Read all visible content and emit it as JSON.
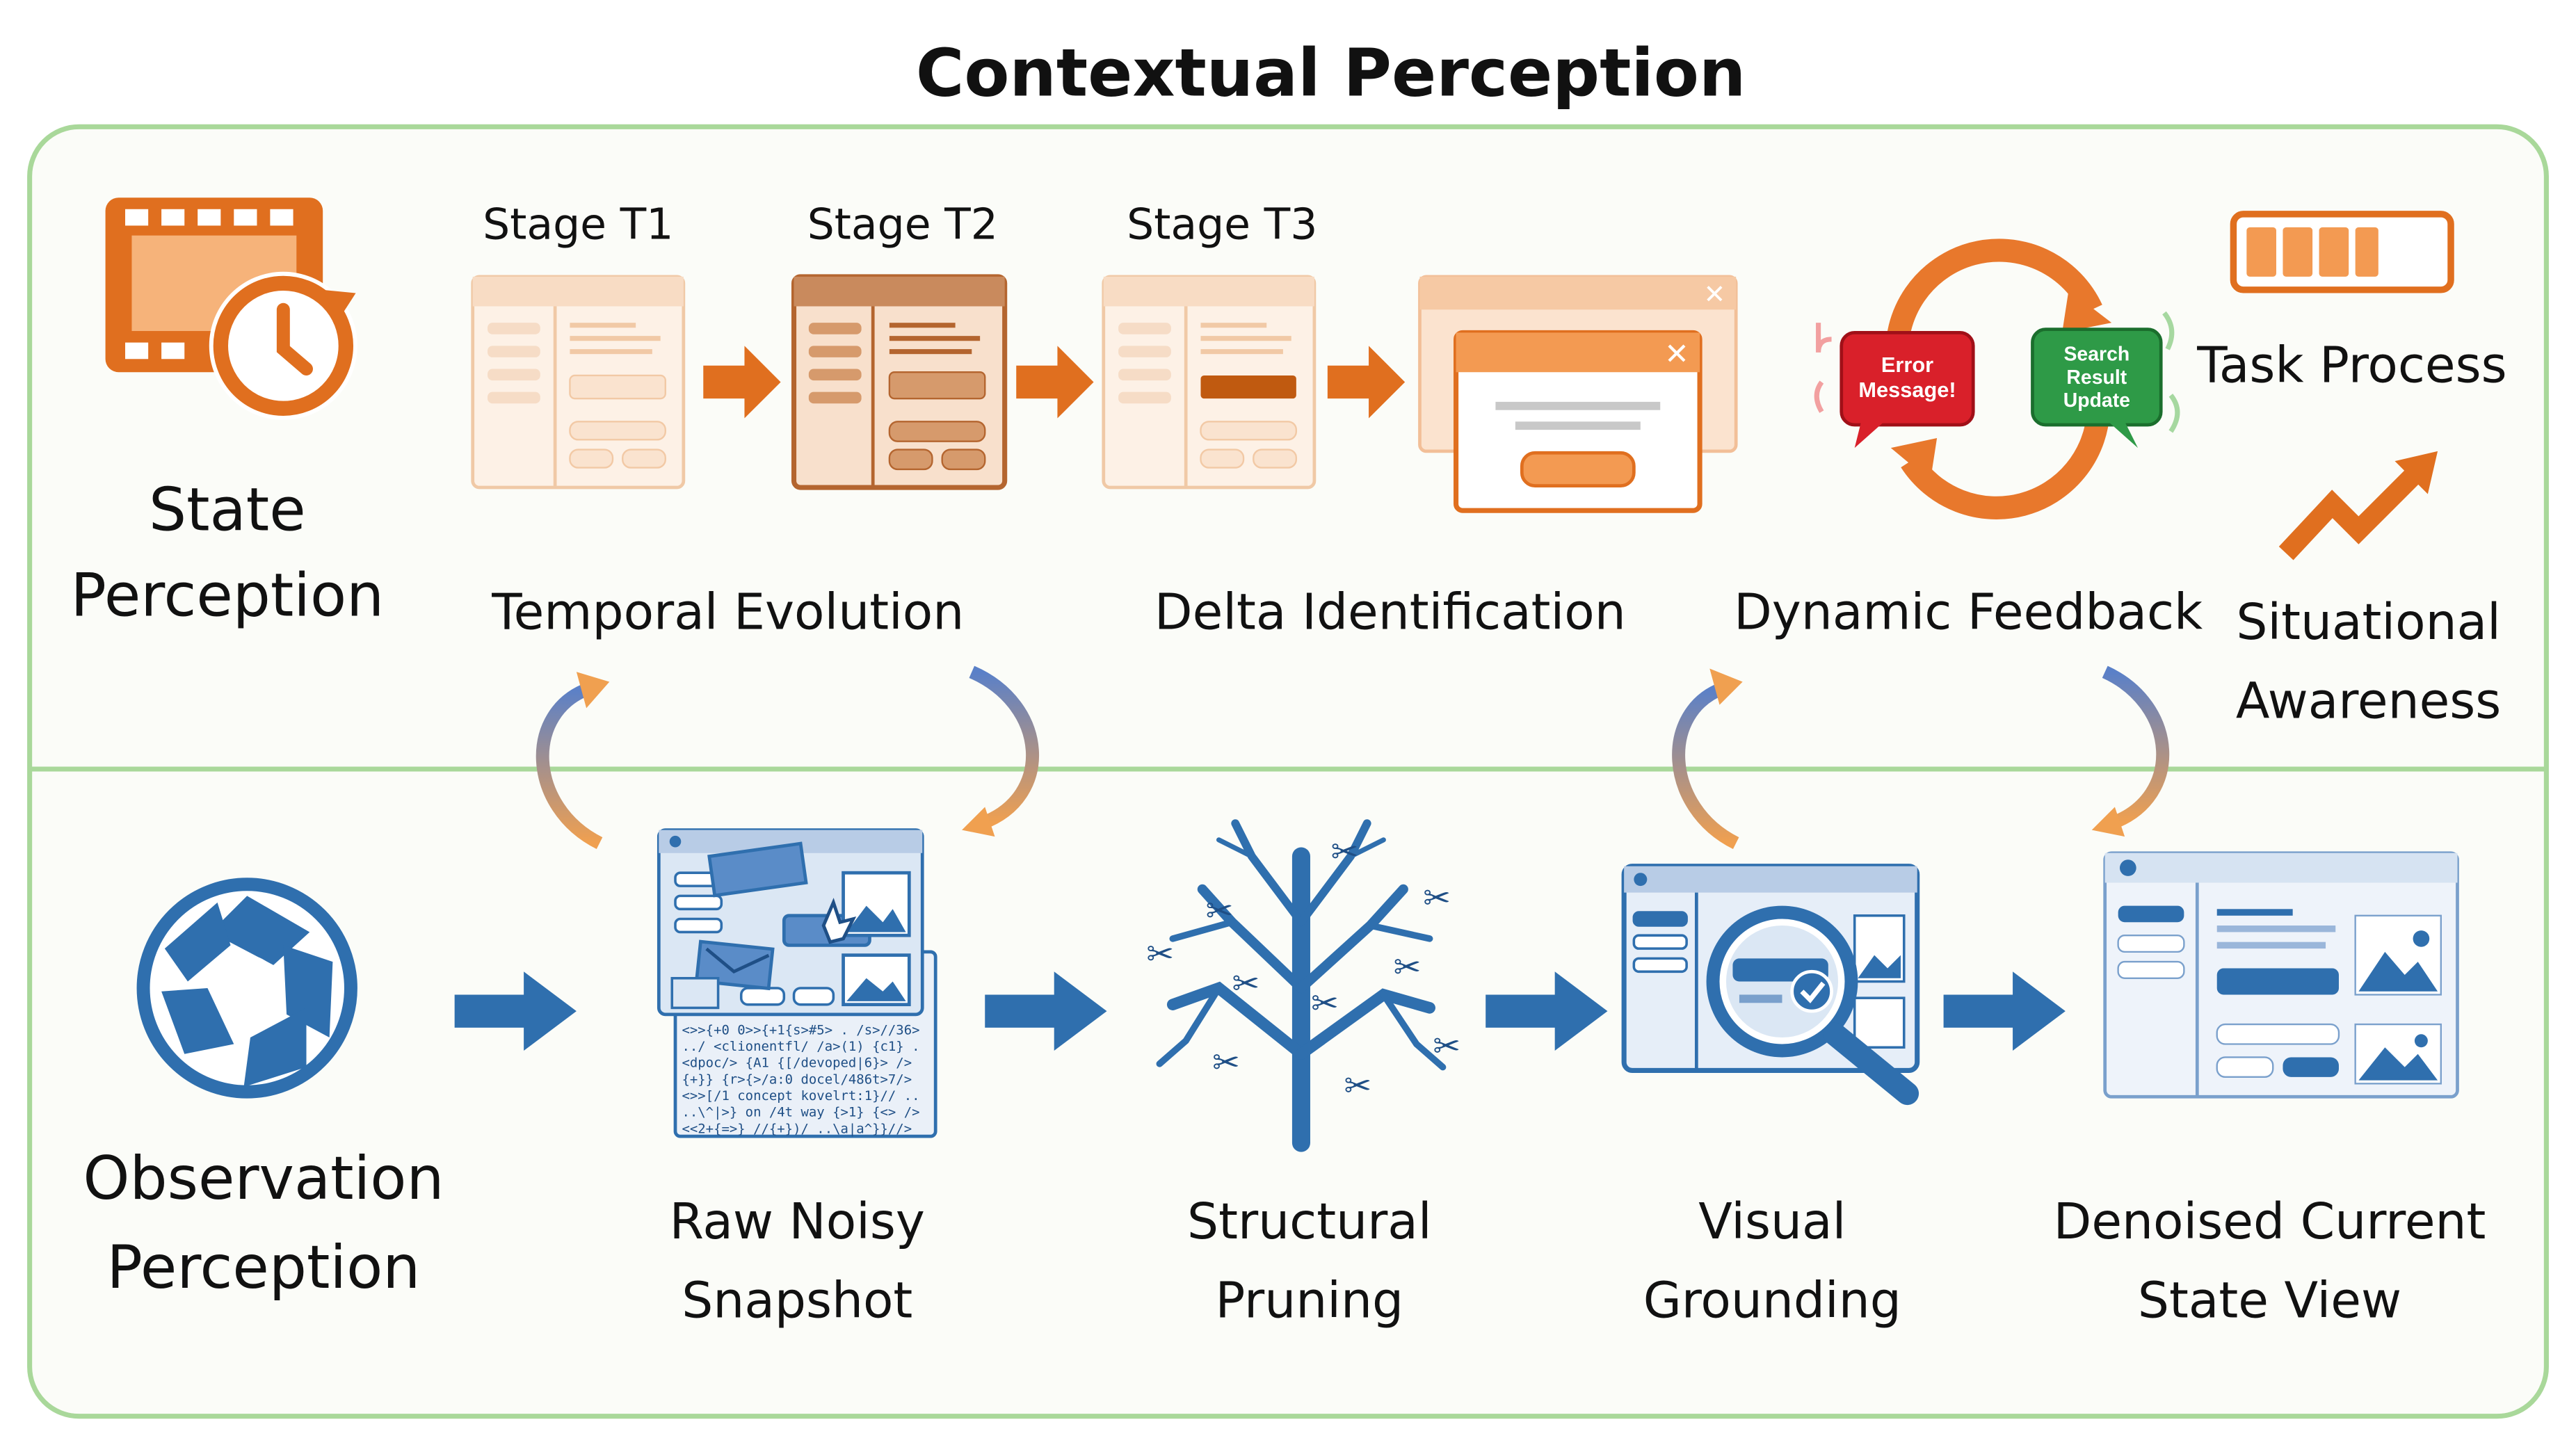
{
  "title": "Contextual Perception",
  "state_row": {
    "label_line1": "State",
    "label_line2": "Perception",
    "stages": [
      "Stage T1",
      "Stage T2",
      "Stage T3"
    ],
    "temporal_evolution": "Temporal Evolution",
    "delta_identification": "Delta Identification",
    "dynamic_feedback": "Dynamic Feedback",
    "error_bubble_line1": "Error",
    "error_bubble_line2": "Message!",
    "search_bubble_line1": "Search",
    "search_bubble_line2": "Result",
    "search_bubble_line3": "Update",
    "task_process": "Task Process",
    "situational_line1": "Situational",
    "situational_line2": "Awareness"
  },
  "observation_row": {
    "label_line1": "Observation",
    "label_line2": "Perception",
    "raw_line1": "Raw Noisy",
    "raw_line2": "Snapshot",
    "pruning_line1": "Structural",
    "pruning_line2": "Pruning",
    "grounding_line1": "Visual",
    "grounding_line2": "Grounding",
    "denoised_line1": "Denoised Current",
    "denoised_line2": "State View",
    "code_lines": [
      "<>>{+0 0>>{+1{s>#5> . /s>//36>",
      "../ <clionentfl/ /a>(1) {c1} .",
      "<dpoc/> {A1 {[/devoped|6}> />",
      "{+}} {r>{>/a:0 docel/486t>7/>",
      "<>>[/1 concept kovelrt:1}// ..",
      "..\\^|>} on /4t way {>1} {<> />",
      "<<2+{=>} //{+})/ ..\\a|a^}}//>"
    ]
  },
  "colors": {
    "border_green": "#a9d89a",
    "orange": "#e06f1f",
    "blue": "#2f6fae",
    "error_red": "#d9202a",
    "search_green": "#2e9a47"
  }
}
